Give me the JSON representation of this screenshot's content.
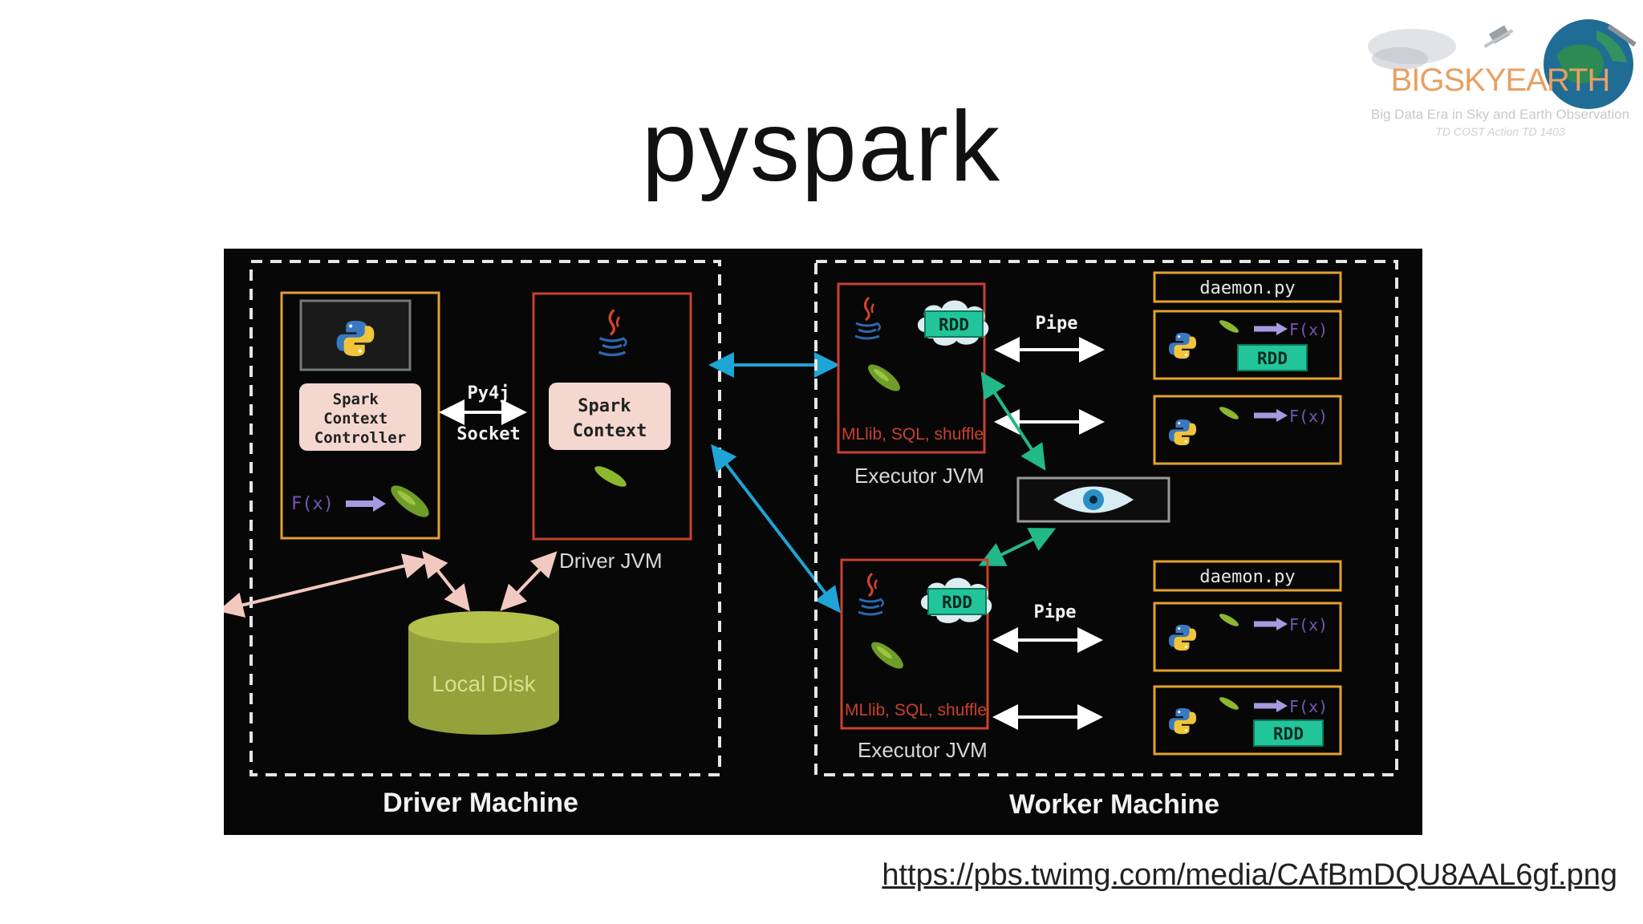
{
  "slide": {
    "title": "pyspark",
    "source_url": "https://pbs.twimg.com/media/CAfBmDQU8AAL6gf.png"
  },
  "logo": {
    "wordmark": "BIGSKYEARTH",
    "tagline": "Big Data Era in Sky and Earth Observation",
    "subline": "TD COST Action TD 1403"
  },
  "diagram": {
    "driver_machine": {
      "label": "Driver Machine",
      "spark_context_controller": "Spark\nContext\nController",
      "fx": "F(x)",
      "py4j": "Py4j",
      "socket": "Socket",
      "spark_context": "Spark\nContext",
      "driver_jvm": "Driver JVM",
      "local_disk": "Local Disk"
    },
    "worker_machine": {
      "label": "Worker Machine",
      "executors": [
        {
          "rdd": "RDD",
          "libs": "MLlib, SQL, shuffle",
          "label": "Executor JVM",
          "pipe": "Pipe",
          "daemon": "daemon.py",
          "workers": [
            {
              "fx": "F(x)",
              "rdd": "RDD"
            },
            {
              "fx": "F(x)",
              "rdd": ""
            }
          ]
        },
        {
          "rdd": "RDD",
          "libs": "MLlib, SQL, shuffle",
          "label": "Executor JVM",
          "pipe": "Pipe",
          "daemon": "daemon.py",
          "workers": [
            {
              "fx": "F(x)",
              "rdd": ""
            },
            {
              "fx": "F(x)",
              "rdd": "RDD"
            }
          ]
        }
      ]
    },
    "colors": {
      "background": "#070707",
      "dashed_border": "#e6e6e6",
      "orange_box": "#e3a02c",
      "red_box": "#c9402e",
      "rdd_green": "#22c59a",
      "arrow_blue": "#1fa4d6",
      "arrow_green": "#23b88a",
      "arrow_pink": "#f2c9c0",
      "disk_green": "#93a23a",
      "fx_purple": "#7656b8"
    }
  }
}
